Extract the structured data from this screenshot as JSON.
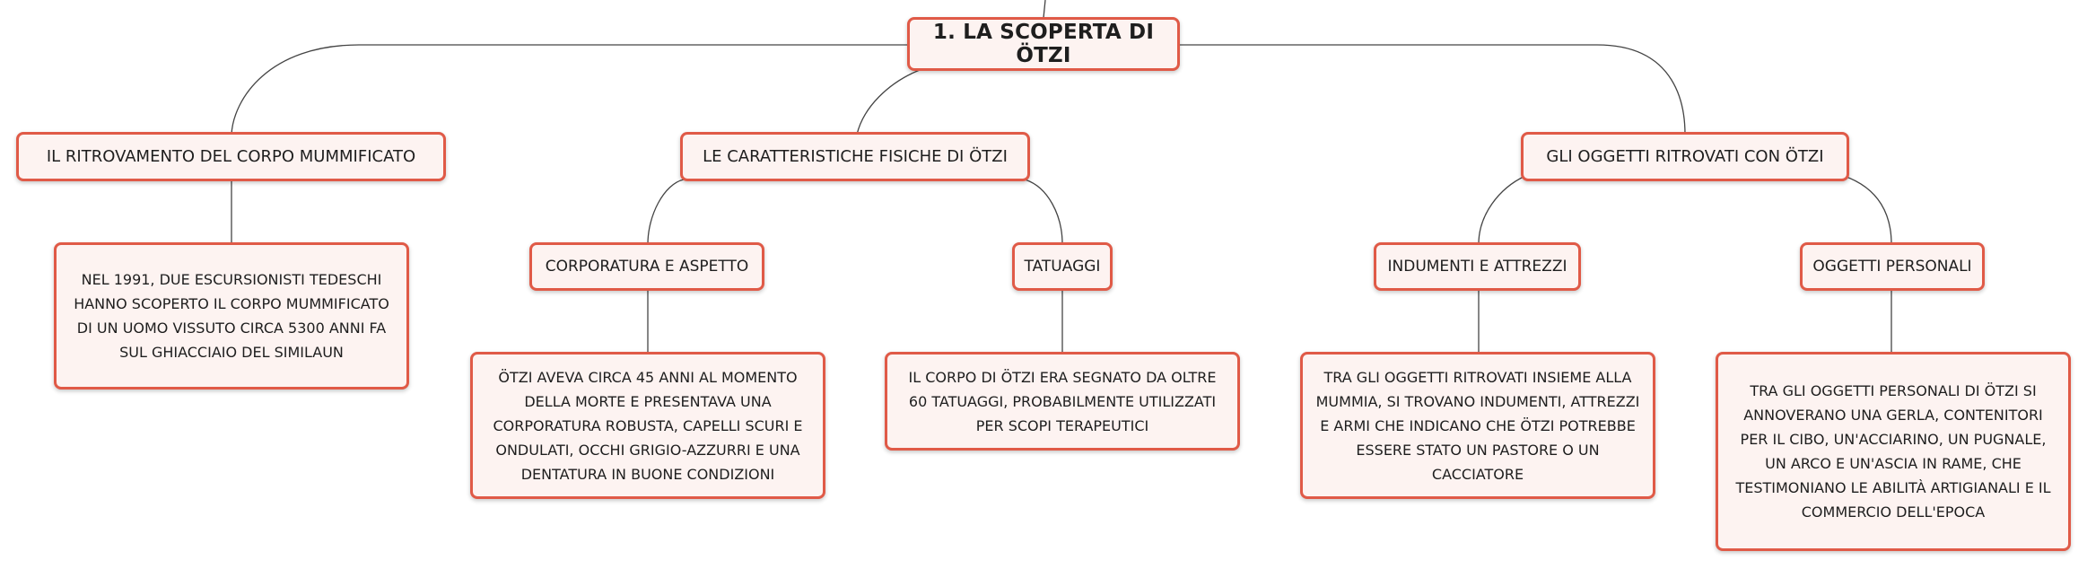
{
  "root": {
    "label": "1. La scoperta di Ötzi"
  },
  "branches": [
    {
      "label": "Il ritrovamento del corpo mummificato",
      "leaf": "Nel 1991, due escursionisti tedeschi hanno scoperto il corpo mummificato di un uomo vissuto circa 5300 anni fa sul ghiacciaio del Similaun"
    },
    {
      "label": "Le caratteristiche fisiche di Ötzi",
      "children": [
        {
          "label": "Corporatura e aspetto",
          "leaf": "Ötzi aveva circa 45 anni al momento della morte e presentava una corporatura robusta, capelli scuri e ondulati, occhi grigio-azzurri e una dentatura in buone condizioni"
        },
        {
          "label": "Tatuaggi",
          "leaf": "Il corpo di Ötzi era segnato da oltre 60 tatuaggi, probabilmente utilizzati per scopi terapeutici"
        }
      ]
    },
    {
      "label": "Gli oggetti ritrovati con Ötzi",
      "children": [
        {
          "label": "Indumenti e attrezzi",
          "leaf": "Tra gli oggetti ritrovati insieme alla mummia, si trovano indumenti, attrezzi e armi che indicano che Ötzi potrebbe essere stato un pastore o un cacciatore"
        },
        {
          "label": "Oggetti personali",
          "leaf": "Tra gli oggetti personali di Ötzi si annoverano una gerla, contenitori per il cibo, un'acciarino, un pugnale, un arco e un'ascia in rame, che testimoniano le abilità artigianali e il commercio dell'epoca"
        }
      ]
    }
  ],
  "colors": {
    "node_border": "#e05a47",
    "node_fill": "#fdf3f1",
    "connector": "#444444",
    "text": "#1e1e1e"
  }
}
